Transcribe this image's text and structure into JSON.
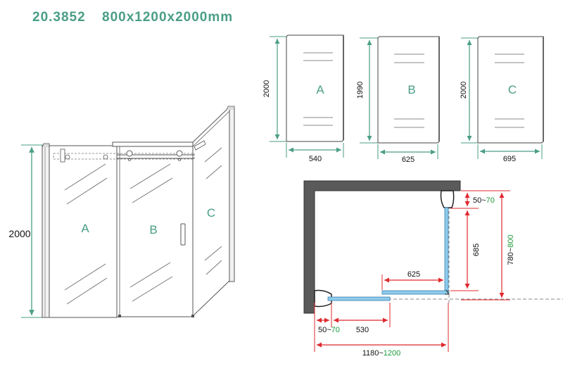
{
  "header": {
    "model_code": "20.3852",
    "dimensions": "800x1200x2000mm"
  },
  "colors": {
    "accent_teal": "#4a9e86",
    "dimension_red": "#e0282e",
    "glass_blue": "#8ecbeb",
    "wall_gray": "#5a5a5a",
    "green_value": "#1e9a3a",
    "line_dark": "#333333"
  },
  "perspective": {
    "height_label": "2000",
    "panels": [
      {
        "id": "A",
        "label": "A"
      },
      {
        "id": "B",
        "label": "B"
      },
      {
        "id": "C",
        "label": "C"
      }
    ]
  },
  "panel_specs": [
    {
      "label": "A",
      "height": "2000",
      "width": "540"
    },
    {
      "label": "B",
      "height": "1990",
      "width": "625"
    },
    {
      "label": "C",
      "height": "2000",
      "width": "695"
    }
  ],
  "plan_view": {
    "dim_top_gap": {
      "base": "50~",
      "max": "70"
    },
    "dim_side_panel": "685",
    "dim_total_depth": {
      "base": "780~",
      "max": "800"
    },
    "dim_door_overlap": "625",
    "dim_bottom_gap": {
      "base": "50~",
      "max": "70"
    },
    "dim_fixed_panel": "530",
    "dim_total_width": {
      "base": "1180~",
      "max": "1200"
    }
  }
}
